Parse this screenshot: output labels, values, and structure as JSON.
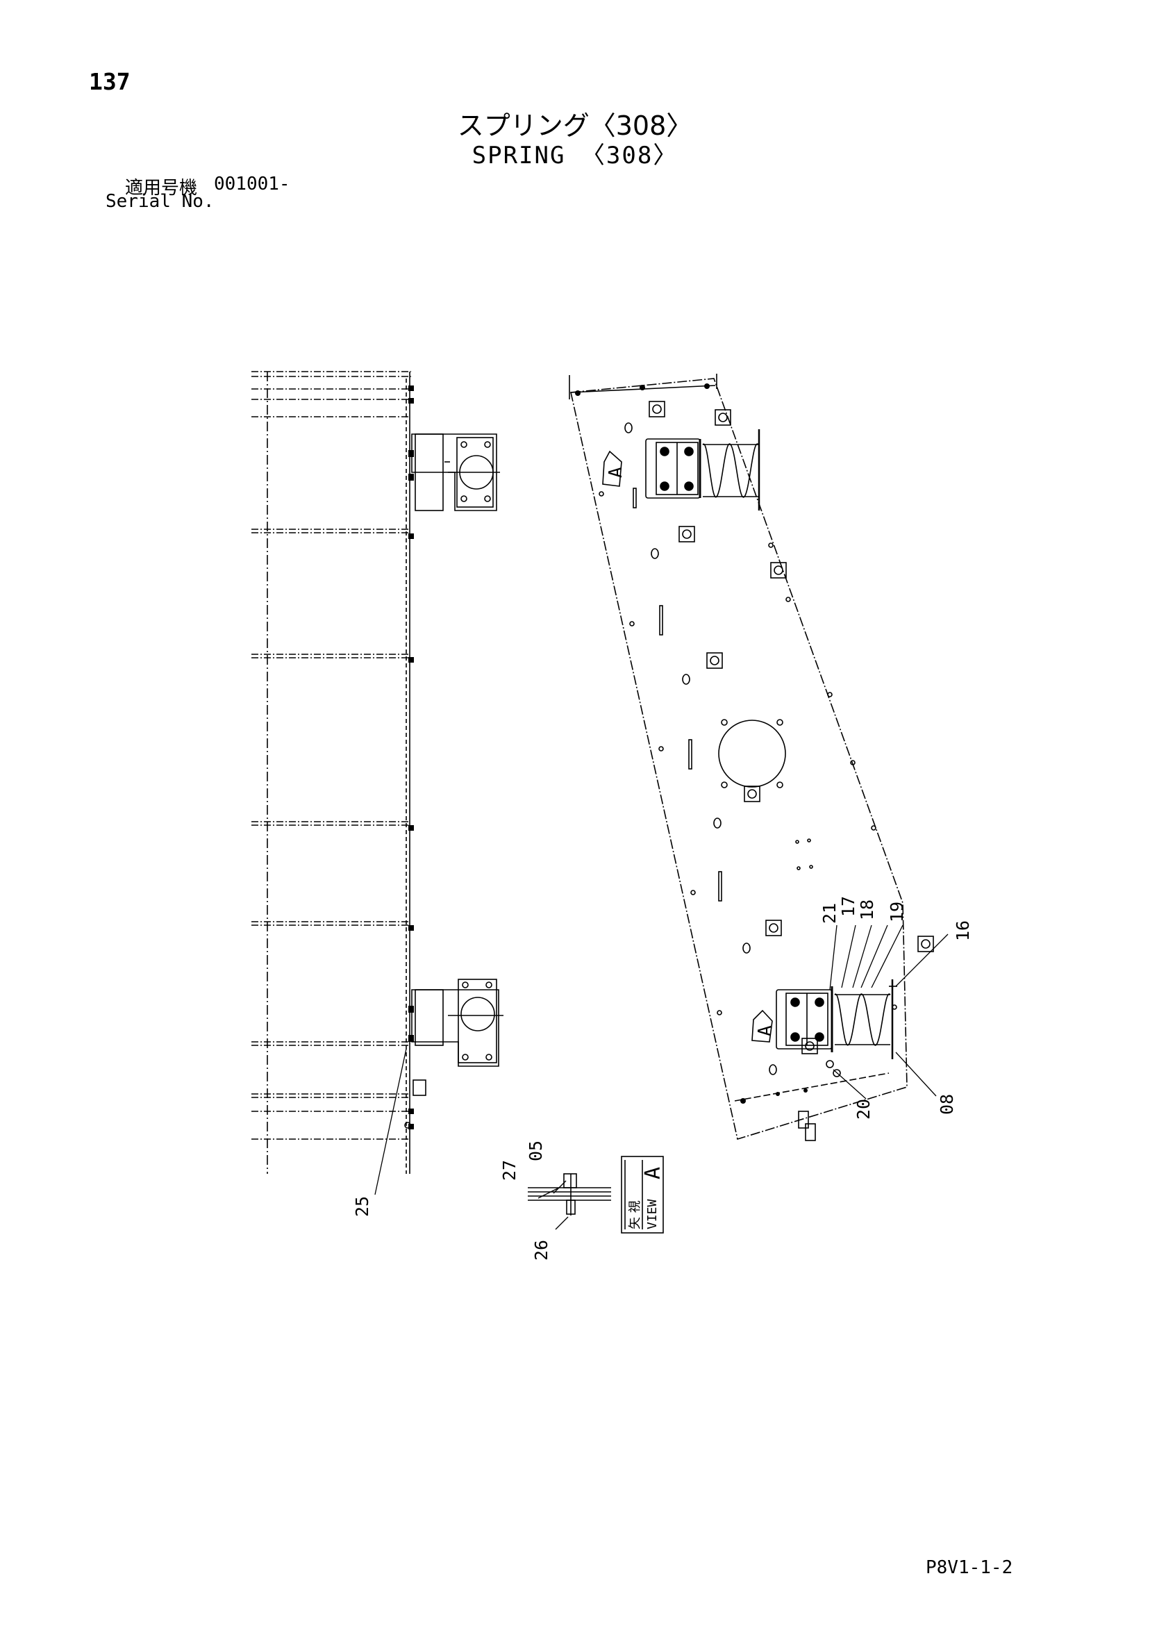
{
  "page_number": "137",
  "title": {
    "japanese": "スプリング〈308〉",
    "english": "SPRING 〈308〉"
  },
  "serial": {
    "label_japanese": "適用号機",
    "value": "001001-",
    "label_english": "Serial No."
  },
  "callouts": {
    "c05": "05",
    "c08": "08",
    "c16": "16",
    "c17": "17",
    "c18": "18",
    "c19": "19",
    "c20": "20",
    "c21": "21",
    "c25": "25",
    "c26": "26",
    "c27": "27"
  },
  "view_marker": {
    "letter": "A",
    "flag_letter": "A",
    "japanese": "矢 視",
    "english": "VIEW"
  },
  "document_code": "P8V1-1-2"
}
